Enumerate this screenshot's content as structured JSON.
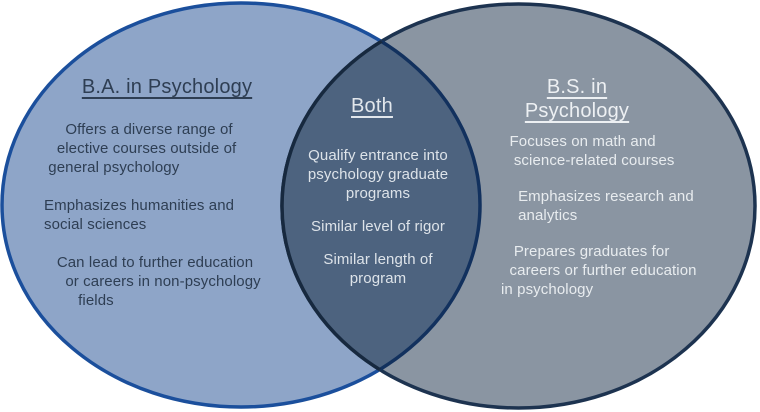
{
  "diagram": {
    "type": "venn",
    "left_circle": {
      "title": "B.A. in Psychology",
      "items": [
        "     Offers a diverse range of\n   elective courses outside of\n general psychology",
        "Emphasizes humanities and\nsocial sciences",
        "   Can lead to further education\n     or careers in non-psychology\n        fields"
      ]
    },
    "overlap": {
      "title": "Both",
      "items": [
        "Qualify entrance into\npsychology graduate\nprograms",
        "Similar level of rigor",
        "Similar length of\nprogram"
      ]
    },
    "right_circle": {
      "title": "B.S. in Psychology",
      "items": [
        "  Focuses on math and\n   science-related courses",
        "    Emphasizes research and\n    analytics",
        "   Prepares graduates for\n  careers or further education\nin psychology"
      ]
    }
  },
  "colors": {
    "background": "#FFFFFF",
    "left_fill": "#8EA5C8",
    "left_stroke": "#1B4F9C",
    "right_fill": "#8A95A2",
    "right_stroke": "#1D3350",
    "overlap_fill": "#4D637F",
    "left_stroke_in_overlap": "#12315E",
    "right_stroke_in_overlap": "#17293F",
    "left_text": "#2E3E53",
    "overlap_text": "#DDE3E9",
    "right_text": "#E8ECEF"
  }
}
